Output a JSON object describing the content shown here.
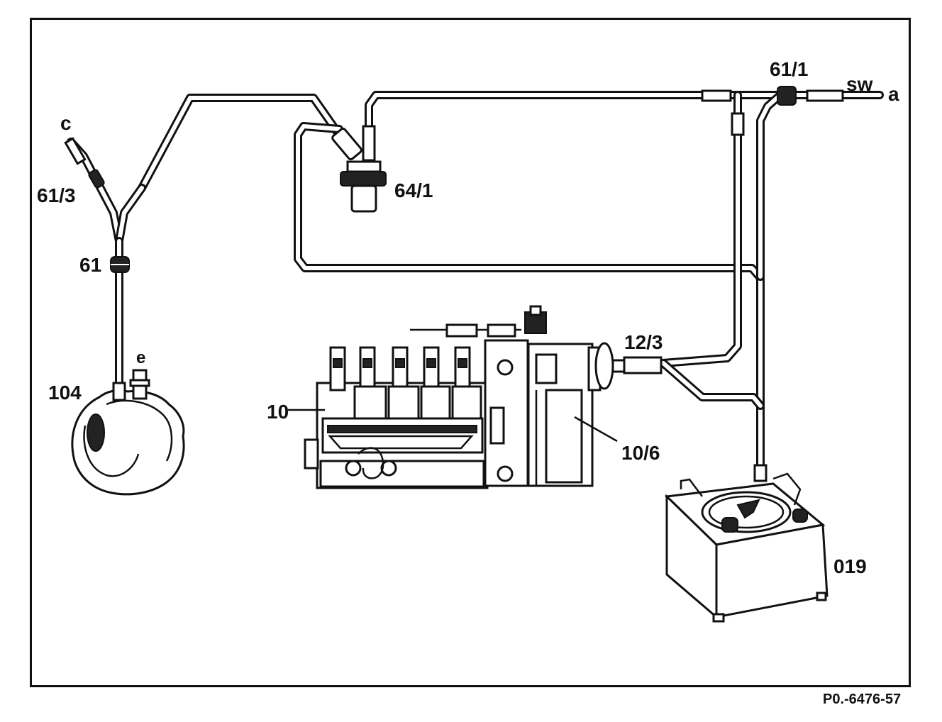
{
  "labels": {
    "c": "c",
    "part_61_3": "61/3",
    "part_61": "61",
    "part_104": "104",
    "e": "e",
    "part_64_1": "64/1",
    "part_61_1": "61/1",
    "sw": "sw",
    "a": "a",
    "part_12_3": "12/3",
    "part_10": "10",
    "part_10_6": "10/6",
    "part_019": "019"
  },
  "reference": "P0.-6476-57"
}
